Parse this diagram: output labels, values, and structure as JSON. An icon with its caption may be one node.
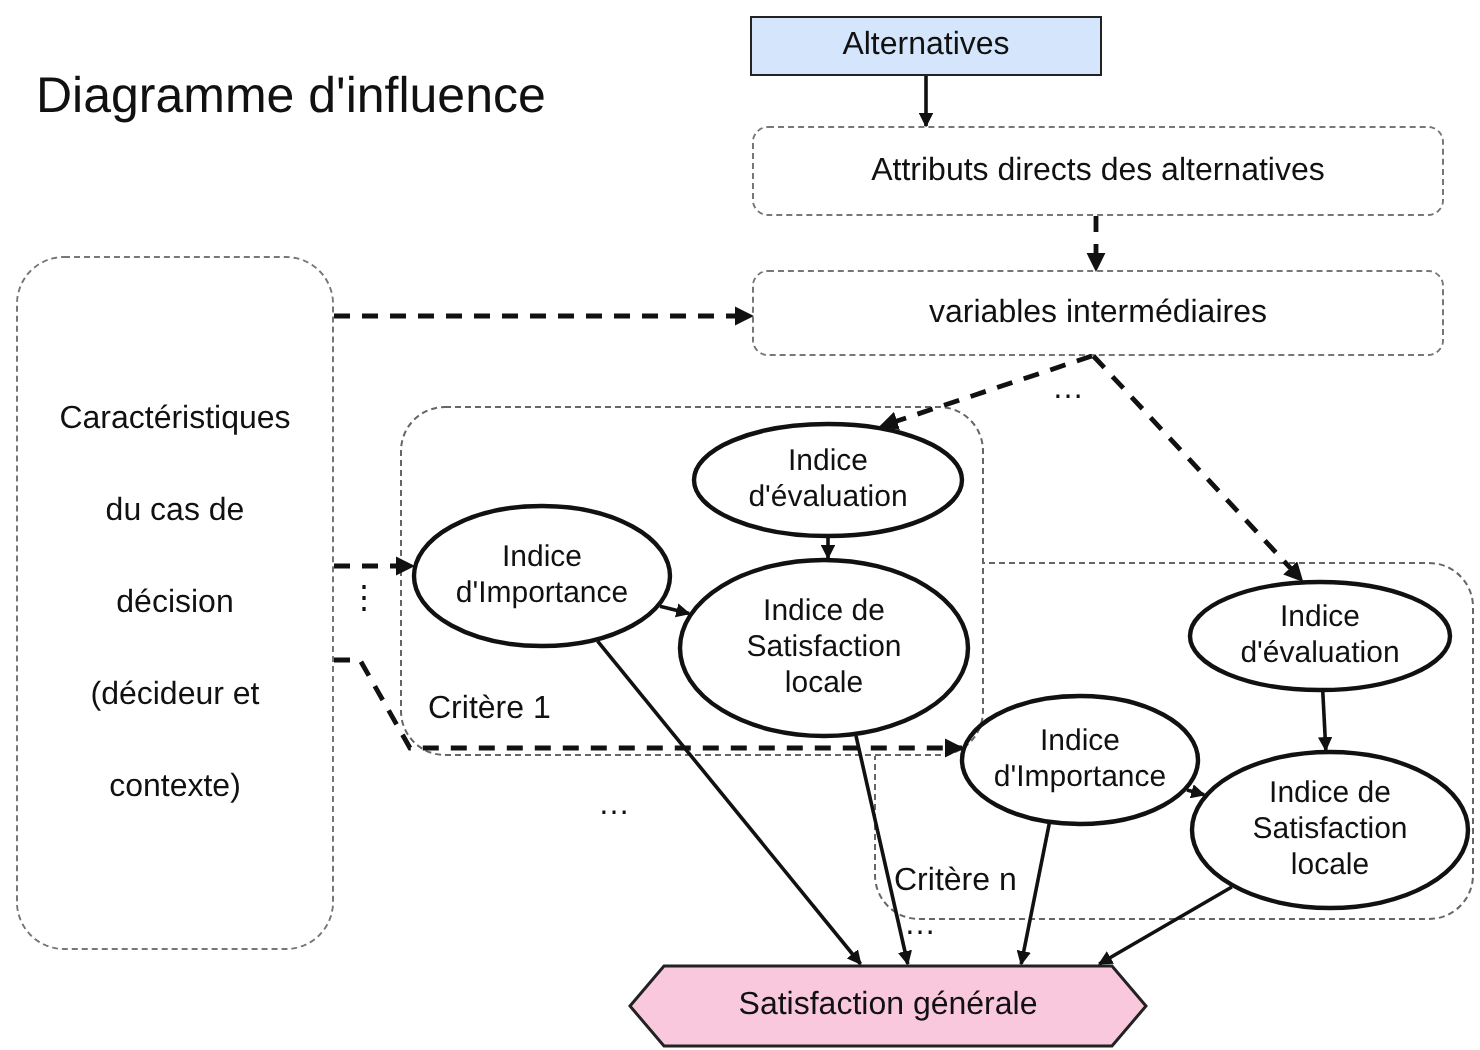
{
  "diagram": {
    "title": "Diagramme d'influence",
    "nodes": [
      {
        "text": [
          "Alternatives"
        ]
      },
      {
        "text": [
          "Attributs directs des alternatives"
        ]
      },
      {
        "text": [
          "variables intermédiaires"
        ]
      },
      {
        "text": [
          "Caractéristiques du cas de décision (décideur et contexte)"
        ]
      },
      {
        "text": [
          "Critère 1"
        ]
      },
      {
        "text": [
          "Indice d'évaluation"
        ],
        "in": 4
      },
      {
        "text": [
          "Indice d'Importance"
        ],
        "in": 4
      },
      {
        "text": [
          "Indice de Satisfaction locale"
        ],
        "in": 4
      },
      {
        "text": [
          "Critère n"
        ]
      },
      {
        "text": [
          "Indice d'évaluation"
        ],
        "in": 8
      },
      {
        "text": [
          "Indice d'Importance"
        ],
        "in": 8
      },
      {
        "text": [
          "Indice de Satisfaction locale"
        ],
        "in": 8
      },
      {
        "text": [
          "Satisfaction générale"
        ]
      }
    ],
    "edges": [
      {
        "from": 0,
        "to": 1,
        "arrow": "to"
      },
      {
        "from": 1,
        "to": 2,
        "arrow": "to",
        "style": "dashed"
      },
      {
        "from": 3,
        "to": 2,
        "arrow": "to",
        "style": "dashed"
      },
      {
        "from": 2,
        "to": 5,
        "arrow": "to",
        "style": "dashed"
      },
      {
        "from": 2,
        "to": 9,
        "arrow": "to",
        "style": "dashed"
      },
      {
        "from": 3,
        "to": 6,
        "arrow": "to",
        "style": "dashed"
      },
      {
        "from": 3,
        "to": 10,
        "arrow": "to",
        "style": "dashed"
      },
      {
        "from": 5,
        "to": 7,
        "arrow": "to"
      },
      {
        "from": 6,
        "to": 7,
        "arrow": "to"
      },
      {
        "from": 6,
        "to": 12,
        "arrow": "to"
      },
      {
        "from": 7,
        "to": 12,
        "arrow": "to"
      },
      {
        "from": 9,
        "to": 11,
        "arrow": "to"
      },
      {
        "from": 10,
        "to": 11,
        "arrow": "to"
      },
      {
        "from": 10,
        "to": 12,
        "arrow": "to"
      },
      {
        "from": 11,
        "to": 12,
        "arrow": "to"
      }
    ],
    "labels": [
      "…",
      "⋮",
      "…",
      "…"
    ]
  }
}
